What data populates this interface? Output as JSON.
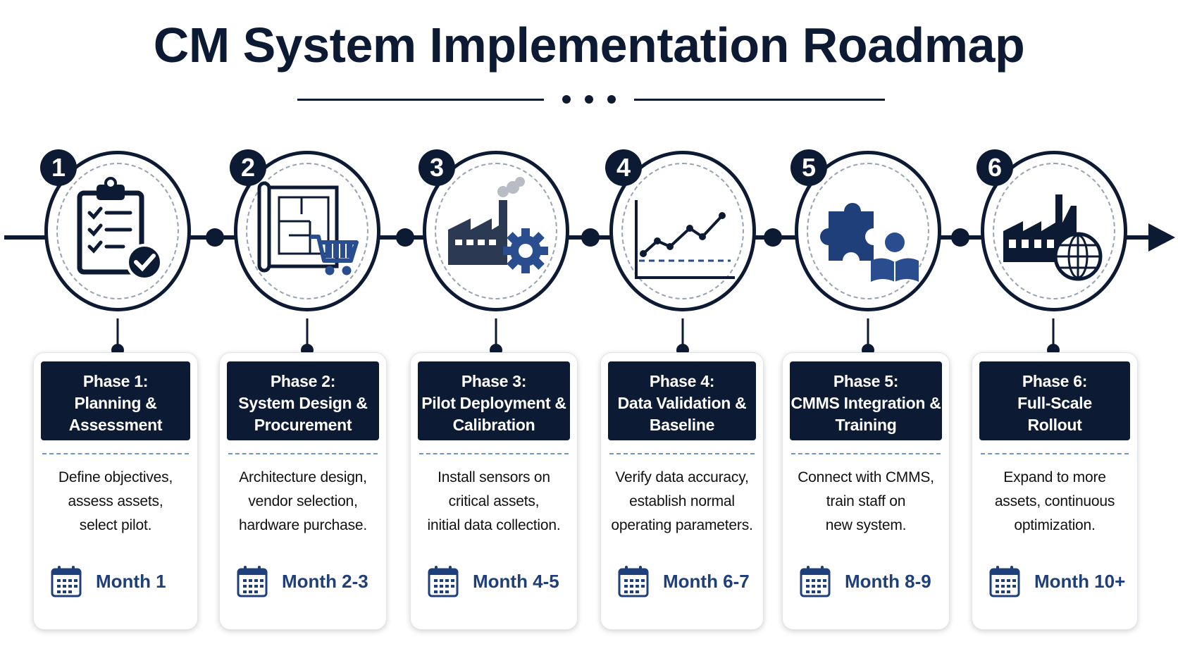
{
  "title": "CM System Implementation Roadmap",
  "colors": {
    "navy": "#0d1a33",
    "blue": "#1f3f7a",
    "accent_blue": "#2a4d8f",
    "dash": "#6f96c9"
  },
  "phases": [
    {
      "number": "1",
      "heading": [
        "Phase 1:",
        "Planning &",
        "Assessment"
      ],
      "description": [
        "Define objectives,",
        "assess assets,",
        "select pilot."
      ],
      "duration": "Month 1",
      "icon": "clipboard-checklist-icon"
    },
    {
      "number": "2",
      "heading": [
        "Phase 2:",
        "System Design &",
        "Procurement"
      ],
      "description": [
        "Architecture design,",
        "vendor selection,",
        "hardware purchase."
      ],
      "duration": "Month 2-3",
      "icon": "blueprint-cart-icon"
    },
    {
      "number": "3",
      "heading": [
        "Phase 3:",
        "Pilot Deployment &",
        "Calibration"
      ],
      "description": [
        "Install sensors on",
        "critical assets,",
        "initial data collection."
      ],
      "duration": "Month 4-5",
      "icon": "factory-gear-icon"
    },
    {
      "number": "4",
      "heading": [
        "Phase 4:",
        "Data Validation &",
        "Baseline"
      ],
      "description": [
        "Verify data accuracy,",
        "establish normal",
        "operating parameters."
      ],
      "duration": "Month 6-7",
      "icon": "line-graph-icon"
    },
    {
      "number": "5",
      "heading": [
        "Phase 5:",
        "CMMS Integration &",
        "Training"
      ],
      "description": [
        "Connect with CMMS,",
        "train staff on",
        "new system."
      ],
      "duration": "Month 8-9",
      "icon": "puzzle-learner-icon"
    },
    {
      "number": "6",
      "heading": [
        "Phase 6:",
        "Full-Scale",
        "Rollout"
      ],
      "description": [
        "Expand to more",
        "assets, continuous",
        "optimization."
      ],
      "duration": "Month 10+",
      "icon": "factory-globe-icon"
    }
  ]
}
